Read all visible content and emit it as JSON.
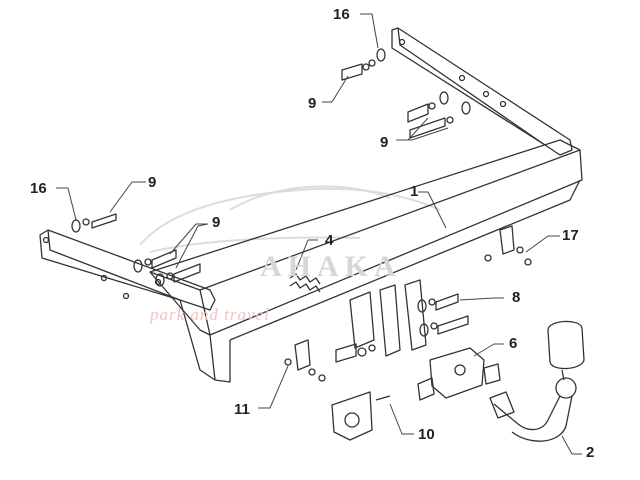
{
  "callouts": {
    "c1": "1",
    "c2": "2",
    "c4": "4",
    "c6": "6",
    "c8": "8",
    "c9a": "9",
    "c9b": "9",
    "c9c": "9",
    "c9d": "9",
    "c10": "10",
    "c11": "11",
    "c16a": "16",
    "c16b": "16",
    "c17": "17"
  },
  "watermark": {
    "brand": "AHAKA",
    "tagline": "park and travel"
  },
  "colors": {
    "line": "#333333",
    "watermark": "#d6d6d6",
    "watermark_sub": "#f2c2c2"
  }
}
